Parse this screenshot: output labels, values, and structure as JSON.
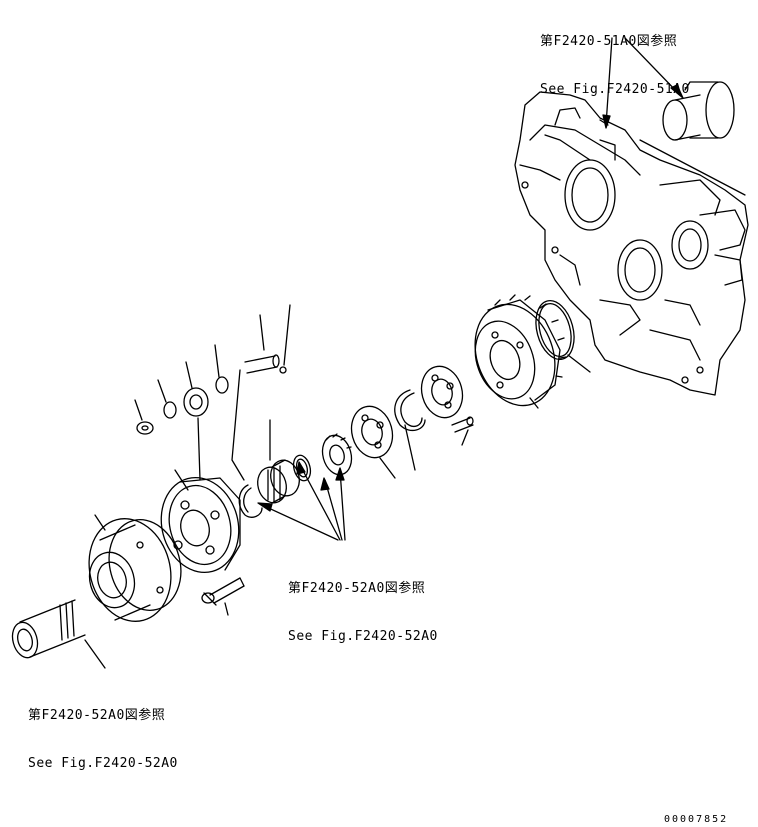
{
  "references": {
    "top": {
      "jp": "第F2420-51A0図参照",
      "en": "See Fig.F2420-51A0"
    },
    "middle": {
      "jp": "第F2420-52A0図参照",
      "en": "See Fig.F2420-52A0"
    },
    "bottom": {
      "jp": "第F2420-52A0図参照",
      "en": "See Fig.F2420-52A0"
    }
  },
  "drawing_number": "00007852",
  "colors": {
    "line": "#000000",
    "background": "#ffffff"
  }
}
